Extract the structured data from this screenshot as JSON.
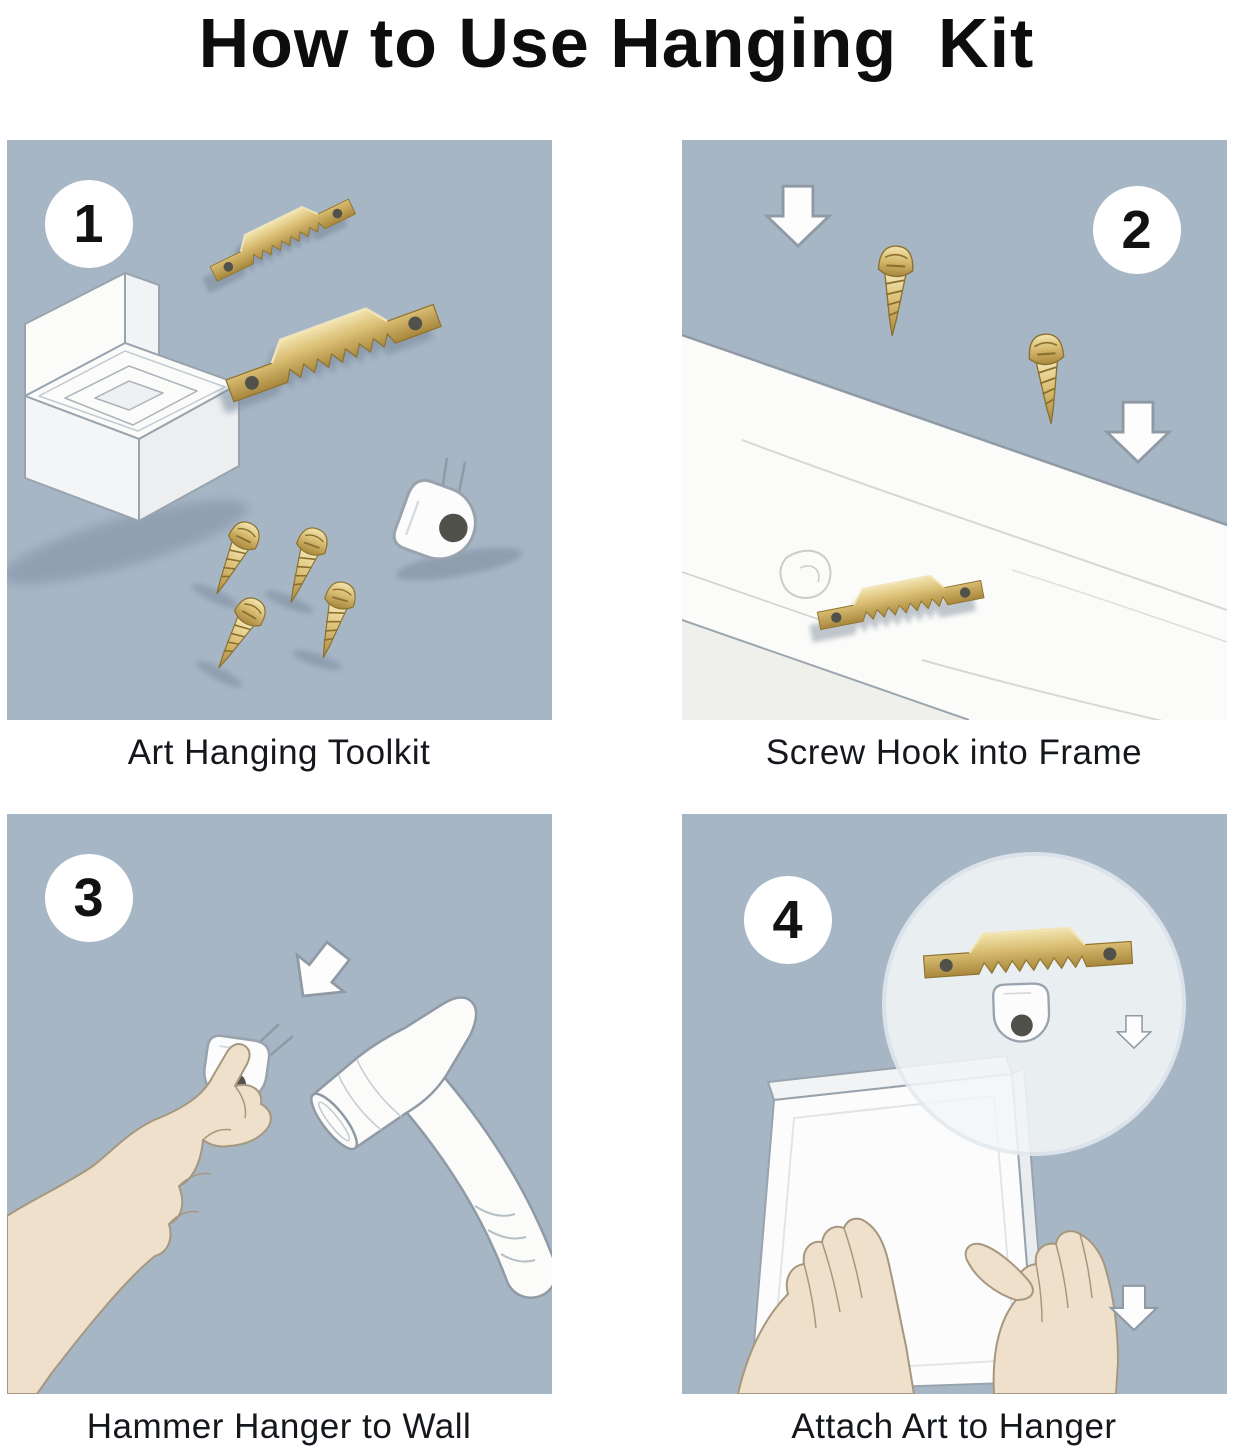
{
  "title": "How to Use Hanging  Kit",
  "colors": {
    "page_bg": "#ffffff",
    "panel_bg": "#a7b6c5",
    "title_ink": "#0d0d0d",
    "caption_ink": "#14181d",
    "brass_light": "#f3e5b0",
    "brass": "#d9bd72",
    "brass_dark": "#a8873c",
    "outline_gray": "#8f9aa5",
    "paper_white": "#fbfbfa",
    "skin": "#eee0cb",
    "shadow_blue": "#76879a"
  },
  "icons": {
    "down_arrow": "white block arrow pointing down",
    "sawtooth_hanger": "brass sawtooth picture hanger",
    "screw": "brass wood screw",
    "wall_hook": "white wall hook with pins"
  },
  "steps": [
    {
      "number": "1",
      "caption": "Art Hanging Toolkit"
    },
    {
      "number": "2",
      "caption": "Screw Hook into Frame"
    },
    {
      "number": "3",
      "caption": "Hammer Hanger to Wall"
    },
    {
      "number": "4",
      "caption": "Attach Art to Hanger"
    }
  ]
}
